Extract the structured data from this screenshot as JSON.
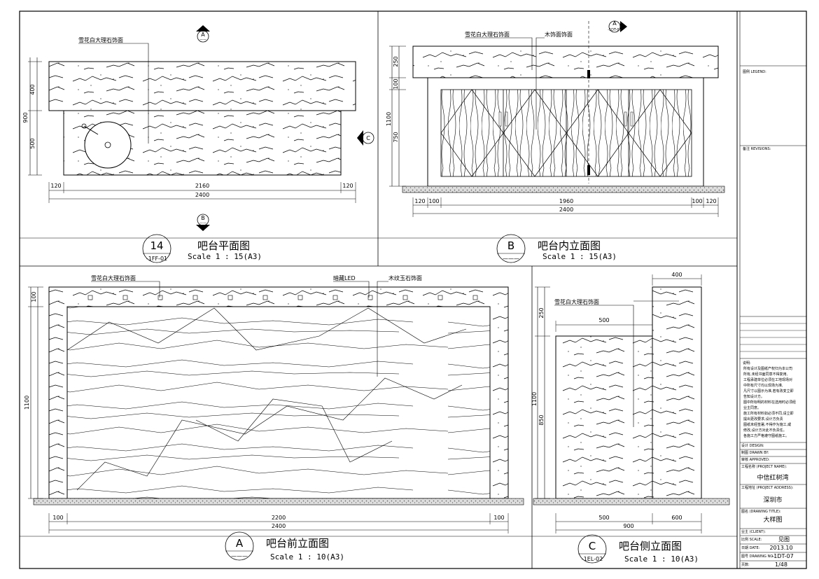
{
  "drawings": {
    "plan": {
      "number": "14",
      "ref": "-1FF-01",
      "title": "吧台平面图",
      "scale": "Scale 1 : 15(A3)",
      "label_marble": "雪花白大理石饰面",
      "dims_v": [
        "400",
        "900",
        "500"
      ],
      "dims_h": [
        "120",
        "2160",
        "120",
        "2400"
      ],
      "markers": {
        "top": "A",
        "top_sub": "——",
        "right": "C",
        "bottom": "B",
        "bottom_sub": "——"
      }
    },
    "inner": {
      "number": "B",
      "ref": "———",
      "title": "吧台内立面图",
      "scale": "Scale 1 : 15(A3)",
      "label_marble": "雪花白大理石饰面",
      "label_wood": "木饰面饰面",
      "dims_v": [
        "250",
        "100",
        "1100",
        "750"
      ],
      "dims_h": [
        "120",
        "100",
        "1960",
        "100",
        "120",
        "2400"
      ],
      "marker": {
        "letter": "A",
        "ref": "-1DT-07"
      }
    },
    "front": {
      "number": "A",
      "ref": "———",
      "title": "吧台前立面图",
      "scale": "Scale 1 : 10(A3)",
      "label_marble": "雪花白大理石饰面",
      "label_led": "暗藏LED",
      "label_jade": "木纹玉石饰面",
      "dims_v": [
        "100",
        "1100"
      ],
      "dims_h": [
        "100",
        "2200",
        "100",
        "2400"
      ]
    },
    "side": {
      "number": "C",
      "ref": "-1EL-02",
      "title": "吧台侧立面图",
      "scale": "Scale 1 : 10(A3)",
      "label_marble": "雪花白大理石饰面",
      "dims_top": [
        "400",
        "500"
      ],
      "dims_v": [
        "250",
        "1100",
        "850"
      ],
      "dims_h": [
        "500",
        "600",
        "900"
      ]
    }
  },
  "title_block": {
    "legend_label": "图例 LEGEND:",
    "revision_label": "备注 REVISIONS:",
    "notes_label": "说明:",
    "notes": [
      "所有设计及图纸产权归为本公司",
      "所有,未经书面同意不得复用,",
      "工程承建单位必须在工地现场对",
      "中所有尺寸均以现场为准,",
      "凡尺寸以图示为准,若有改变立即",
      "告知设计方。",
      "图中所标明的材料在选用时必须经",
      "业主同意。",
      "施工所有材料如必须不同,请立即",
      "提出更改要求,设计方负责",
      "图纸未经签署,不得作为施工,或",
      "修改,设计方对此不负责任。",
      "各施工方严格遵守图纸施工。"
    ],
    "design_label": "设计 DESIGN:",
    "drawn_label": "制图 DRAWN BY:",
    "checked_label": "审核 APPROVED:",
    "project_name_label": "工程名称 (PROJECT NAME):",
    "project_name": "中信红树湾",
    "project_address_label": "工程地址 (PROJECT ADDRESS):",
    "project_address": "深圳市",
    "drawing_title_label": "图名 (DRAWING TITLE):",
    "drawing_title": "大样图",
    "client_label": "业主 (CLIENT):",
    "scale_label": "比例 SCALE:",
    "scale_value": "见图",
    "date_label": "日期 DATE:",
    "date_value": "2013.10",
    "drawing_no_label": "图号 DRAWING NO.:",
    "drawing_no": "-1DT-07",
    "page_label": "页数:",
    "page_value": "1/48"
  }
}
